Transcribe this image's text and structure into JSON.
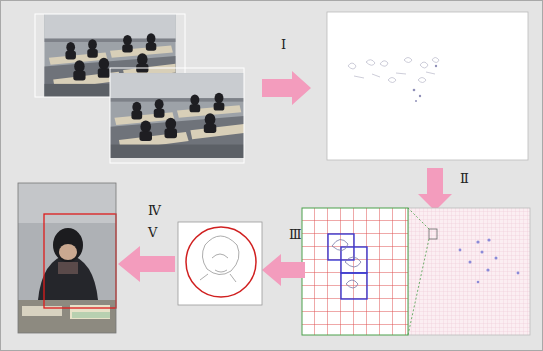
{
  "diagram": {
    "labels": [
      "Ⅰ",
      "Ⅱ",
      "Ⅲ",
      "Ⅳ",
      "Ⅴ"
    ]
  }
}
